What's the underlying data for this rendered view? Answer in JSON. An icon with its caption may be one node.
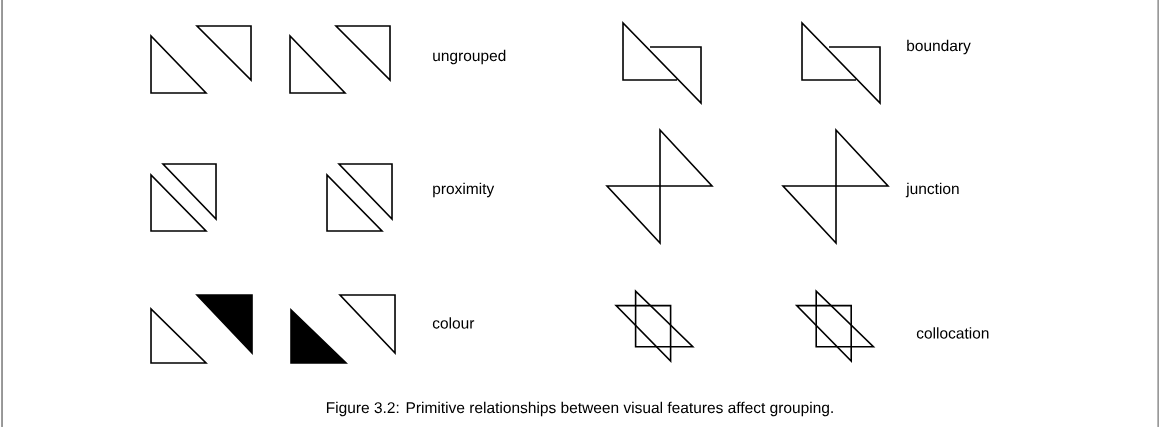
{
  "diagram": {
    "caption": "Figure 3.2: Primitive relationships between visual features affect grouping.",
    "labels": [
      "ungrouped",
      "boundary",
      "proximity",
      "junction",
      "colour",
      "collocation"
    ]
  }
}
